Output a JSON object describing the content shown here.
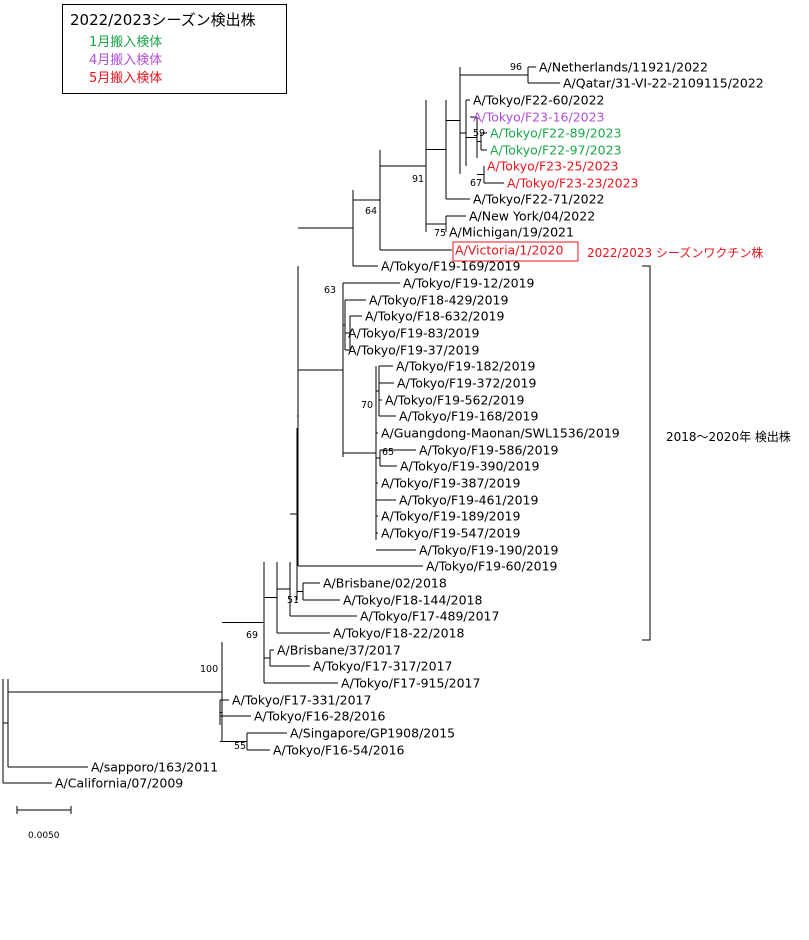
{
  "legend": {
    "title": "2022/2023シーズン検出株",
    "items": [
      {
        "label": "1月搬入検体",
        "color": "#1aa64a"
      },
      {
        "label": "4月搬入検体",
        "color": "#b04fd8"
      },
      {
        "label": "5月搬入検体",
        "color": "#e8141c"
      }
    ]
  },
  "colors": {
    "green": "#1aa64a",
    "purple": "#b04fd8",
    "red": "#e8141c",
    "black": "#000000"
  },
  "leaves": [
    {
      "id": "netherlands",
      "label": "A/Netherlands/11921/2022",
      "color": "black"
    },
    {
      "id": "qatar",
      "label": "A/Qatar/31-VI-22-2109115/2022",
      "color": "black"
    },
    {
      "id": "f22-60",
      "label": "A/Tokyo/F22-60/2022",
      "color": "black"
    },
    {
      "id": "f23-16",
      "label": "A/Tokyo/F23-16/2023",
      "color": "purple"
    },
    {
      "id": "f22-89",
      "label": "A/Tokyo/F22-89/2023",
      "color": "green"
    },
    {
      "id": "f22-97",
      "label": "A/Tokyo/F22-97/2023",
      "color": "green"
    },
    {
      "id": "f23-25",
      "label": "A/Tokyo/F23-25/2023",
      "color": "red"
    },
    {
      "id": "f23-23",
      "label": "A/Tokyo/F23-23/2023",
      "color": "red"
    },
    {
      "id": "f22-71",
      "label": "A/Tokyo/F22-71/2022",
      "color": "black"
    },
    {
      "id": "newyork",
      "label": "A/New York/04/2022",
      "color": "black"
    },
    {
      "id": "michigan",
      "label": "A/Michigan/19/2021",
      "color": "black"
    },
    {
      "id": "victoria",
      "label": "A/Victoria/1/2020",
      "color": "red"
    },
    {
      "id": "f19-169",
      "label": "A/Tokyo/F19-169/2019",
      "color": "black"
    },
    {
      "id": "f19-12",
      "label": "A/Tokyo/F19-12/2019",
      "color": "black"
    },
    {
      "id": "f18-429",
      "label": "A/Tokyo/F18-429/2019",
      "color": "black"
    },
    {
      "id": "f18-632",
      "label": "A/Tokyo/F18-632/2019",
      "color": "black"
    },
    {
      "id": "f19-83",
      "label": "A/Tokyo/F19-83/2019",
      "color": "black"
    },
    {
      "id": "f19-37",
      "label": "A/Tokyo/F19-37/2019",
      "color": "black"
    },
    {
      "id": "f19-182",
      "label": "A/Tokyo/F19-182/2019",
      "color": "black"
    },
    {
      "id": "f19-372",
      "label": "A/Tokyo/F19-372/2019",
      "color": "black"
    },
    {
      "id": "f19-562",
      "label": "A/Tokyo/F19-562/2019",
      "color": "black"
    },
    {
      "id": "f19-168",
      "label": "A/Tokyo/F19-168/2019",
      "color": "black"
    },
    {
      "id": "guangdong",
      "label": "A/Guangdong-Maonan/SWL1536/2019",
      "color": "black"
    },
    {
      "id": "f19-586",
      "label": "A/Tokyo/F19-586/2019",
      "color": "black"
    },
    {
      "id": "f19-390",
      "label": "A/Tokyo/F19-390/2019",
      "color": "black"
    },
    {
      "id": "f19-387",
      "label": "A/Tokyo/F19-387/2019",
      "color": "black"
    },
    {
      "id": "f19-461",
      "label": "A/Tokyo/F19-461/2019",
      "color": "black"
    },
    {
      "id": "f19-189",
      "label": "A/Tokyo/F19-189/2019",
      "color": "black"
    },
    {
      "id": "f19-547",
      "label": "A/Tokyo/F19-547/2019",
      "color": "black"
    },
    {
      "id": "f19-190",
      "label": "A/Tokyo/F19-190/2019",
      "color": "black"
    },
    {
      "id": "f19-60",
      "label": "A/Tokyo/F19-60/2019",
      "color": "black"
    },
    {
      "id": "brisbane02",
      "label": "A/Brisbane/02/2018",
      "color": "black"
    },
    {
      "id": "f18-144",
      "label": "A/Tokyo/F18-144/2018",
      "color": "black"
    },
    {
      "id": "f17-489",
      "label": "A/Tokyo/F17-489/2017",
      "color": "black"
    },
    {
      "id": "f18-22",
      "label": "A/Tokyo/F18-22/2018",
      "color": "black"
    },
    {
      "id": "brisbane37",
      "label": "A/Brisbane/37/2017",
      "color": "black"
    },
    {
      "id": "f17-317",
      "label": "A/Tokyo/F17-317/2017",
      "color": "black"
    },
    {
      "id": "f17-915",
      "label": "A/Tokyo/F17-915/2017",
      "color": "black"
    },
    {
      "id": "f17-331",
      "label": "A/Tokyo/F17-331/2017",
      "color": "black"
    },
    {
      "id": "f16-28",
      "label": "A/Tokyo/F16-28/2016",
      "color": "black"
    },
    {
      "id": "singapore",
      "label": "A/Singapore/GP1908/2015",
      "color": "black"
    },
    {
      "id": "f16-54",
      "label": "A/Tokyo/F16-54/2016",
      "color": "black"
    },
    {
      "id": "sapporo",
      "label": "A/sapporo/163/2011",
      "color": "black"
    },
    {
      "id": "california",
      "label": "A/California/07/2009",
      "color": "black"
    }
  ],
  "bootstrap": [
    "96",
    "59",
    "67",
    "91",
    "64",
    "75",
    "63",
    "70",
    "65",
    "51",
    "69",
    "100",
    "55"
  ],
  "annotations": {
    "vaccine_label": "2022/2023 シーズンワクチン株",
    "range_label": "2018～2020年 検出株"
  },
  "scale_bar": {
    "label": "0.0050"
  }
}
